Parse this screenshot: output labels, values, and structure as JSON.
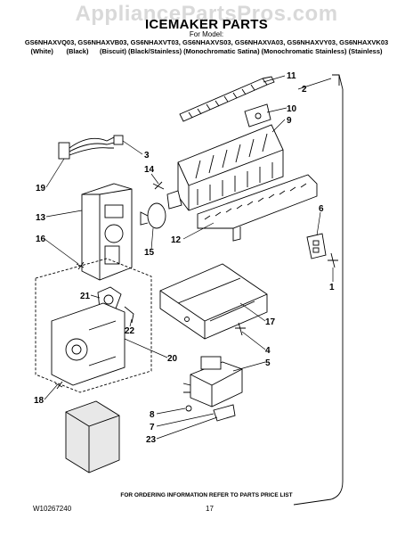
{
  "watermark": "AppliancePartsPros.com",
  "title": "ICEMAKER PARTS",
  "for_model": "For Model:",
  "models": "GS6NHAXVQ03, GS6NHAXVB03, GS6NHAXVT03, GS6NHAXVS03, GS6NHAXVA03, GS6NHAXVY03, GS6NHAXVK03",
  "colors": "(White)       (Black)      (Biscuit) (Black/Stainless) (Monochromatic Satina) (Monochromatic Stainless) (Stainless)",
  "footer_note": "FOR ORDERING INFORMATION REFER TO PARTS PRICE LIST",
  "doc_number": "W10267240",
  "page_number": "17",
  "callouts": {
    "c11": "11",
    "c2": "2",
    "c10": "10",
    "c9": "9",
    "c3": "3",
    "c14": "14",
    "c19": "19",
    "c13": "13",
    "c6": "6",
    "c16": "16",
    "c15": "15",
    "c12": "12",
    "c1": "1",
    "c21": "21",
    "c22": "22",
    "c17": "17",
    "c4": "4",
    "c5": "5",
    "c20": "20",
    "c18": "18",
    "c8": "8",
    "c7": "7",
    "c23": "23"
  }
}
